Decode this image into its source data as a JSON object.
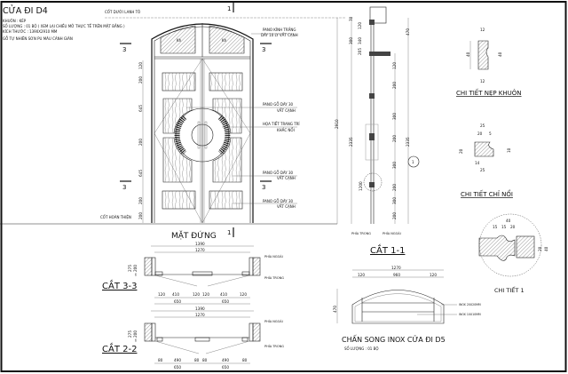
{
  "title_block": {
    "title": "CỬA ĐI D4",
    "lines": [
      "KHUÔN : KÉP",
      "SỐ LƯỢNG : 01 BỘ ( XEM LẠI CHIỀU MỞ THỰC TẾ TRÊN MẶT BẰNG )",
      "KÍCH THƯỚC : 1390X2910 MM",
      "GỖ TỰ NHIÊN SƠN PU MÀU CÁNH GIÁN"
    ]
  },
  "elevation": {
    "title": "MẶT ĐỨNG",
    "top_level_label": "CỐT DƯỚI LANH TÔ",
    "bottom_level_label": "CỐT HOÀN THIỆN",
    "section_marks": [
      "3",
      "3",
      "3",
      "3",
      "1",
      "1"
    ],
    "glass_label": "Kh",
    "annotations": [
      [
        "PANO KÍNH TRẮNG",
        "DÀY 10 LY VẤT CẠNH"
      ],
      [
        "PANO GỖ DÀY 30",
        "VẤT CẠNH"
      ],
      [
        "HỌA TIẾT TRANG TRÍ",
        "KHẮC NỔI"
      ],
      [
        "PANO GỖ DÀY 30",
        "VẤT CẠNH"
      ],
      [
        "PANO GỖ DÀY 30",
        "VẤT CẠNH"
      ]
    ],
    "left_dims": [
      "120",
      "200",
      "645",
      "200",
      "645",
      "200",
      "200"
    ]
  },
  "section_1_1": {
    "title": "CẮT 1-1",
    "inside": "PHÍA TRONG",
    "outside": "PHÍA NGOÀI",
    "left_dims": [
      "2910",
      "2335",
      "1200",
      "300",
      "70",
      "120",
      "340",
      "205"
    ],
    "right_dims": [
      "470",
      "2335",
      "120",
      "200",
      "300",
      "200",
      "300",
      "200",
      "300",
      "200",
      "200",
      "200"
    ],
    "detail_mark": "1"
  },
  "section_3_3": {
    "title": "CẮT 3-3",
    "overall": "1390",
    "inner": "1270",
    "bottom_dims": [
      "120",
      "410",
      "120",
      "120",
      "410",
      "120"
    ],
    "leaf_dims": [
      "650",
      "650"
    ],
    "side_dims": [
      "275",
      "200",
      "35"
    ],
    "outside": "PHÍA NGOÀI",
    "inside": "PHÍA TRONG"
  },
  "section_2_2": {
    "title": "CẮT 2-2",
    "overall": "1390",
    "inner": "1270",
    "bottom_dims": [
      "80",
      "490",
      "80",
      "80",
      "490",
      "80"
    ],
    "leaf_dims": [
      "650",
      "650"
    ],
    "side_dims": [
      "275",
      "200",
      "35"
    ],
    "outside": "PHÍA NGOÀI",
    "inside": "PHÍA TRONG"
  },
  "details": {
    "nep_khuon": {
      "title": "CHI TIẾT NẸP KHUÔN",
      "dims": [
        "40",
        "40",
        "12",
        "12"
      ]
    },
    "chi_noi": {
      "title": "CHI TIẾT CHỈ NỔI",
      "dims": [
        "25",
        "20",
        "5",
        "20",
        "14",
        "25",
        "10"
      ]
    },
    "chi_tiet_1": {
      "title": "CHI TIẾT 1",
      "dims": [
        "40",
        "15",
        "15",
        "20",
        "40",
        "20"
      ]
    }
  },
  "grille": {
    "title": "CHẤN SONG INOX CỬA ĐI D5",
    "quantity": "SỐ LƯỢNG : 01 BỘ",
    "overall": "1270",
    "dims": [
      "120",
      "960",
      "120"
    ],
    "height": "470",
    "labels": [
      "INOX 20X20MM",
      "INOX 10X10MM"
    ]
  }
}
